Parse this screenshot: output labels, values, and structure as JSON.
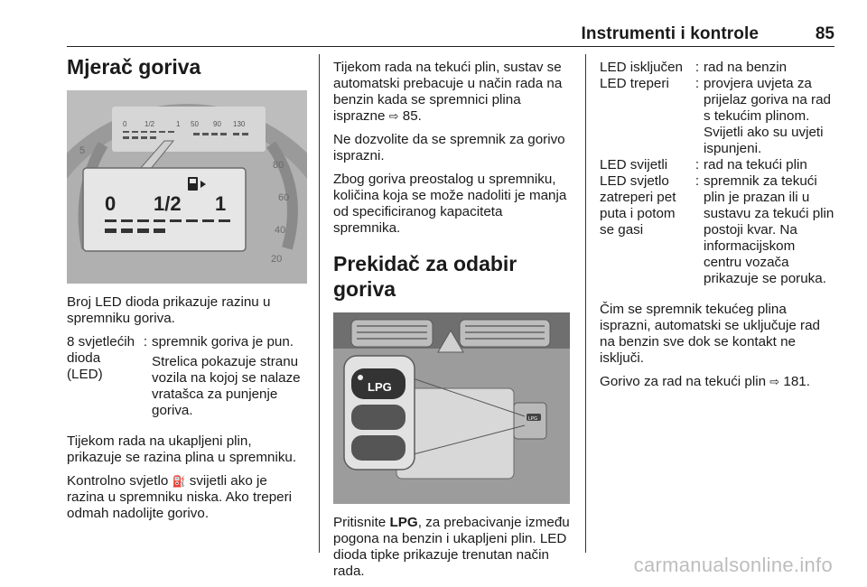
{
  "header": {
    "title": "Instrumenti i kontrole",
    "page_number": "85"
  },
  "col1": {
    "heading": "Mjerač goriva",
    "gauge_labels": {
      "zero": "0",
      "half": "1/2",
      "one": "1",
      "s50": "50",
      "s90": "90",
      "s130": "130",
      "r20": "20",
      "r40": "40",
      "r60": "60",
      "r80": "80",
      "r5": "5"
    },
    "intro": "Broj LED dioda prikazuje razinu u spremniku goriva.",
    "def_term": "8 svjetlećih dioda (LED)",
    "def_colon": ":",
    "def_desc1": "spremnik goriva je pun.",
    "def_desc2": "Strelica pokazuje stranu vozila na kojoj se nalaze vratašca za punjenje goriva.",
    "p_lpg_level": "Tijekom rada na ukapljeni plin, prikazuje se razina plina u spremniku.",
    "p_warning_pre": "Kontrolno svjetlo",
    "p_warning_post": "svijetli ako je razina u spremniku niska. Ako treperi odmah nadolijte gorivo."
  },
  "col2": {
    "p_auto": "Tijekom rada na tekući plin, sustav se automatski prebacuje u način rada na benzin kada se spremnici plina isprazne",
    "p_auto_ref": "85.",
    "p_no_empty": "Ne dozvolite da se spremnik za gorivo isprazni.",
    "p_residual": "Zbog goriva preostalog u spremniku, količina koja se može nadoliti je manja od specificiranog kapaciteta spremnika.",
    "heading": "Prekidač za odabir goriva",
    "switch_label_big": "LPG",
    "switch_label_small": "LPG",
    "p_press_pre": "Pritisnite",
    "p_press_bold": "LPG",
    "p_press_post": ", za prebacivanje između pogona na benzin i ukapljeni plin. LED dioda tipke prikazuje trenutan način rada."
  },
  "col3": {
    "defs": [
      {
        "term": "LED isključen",
        "desc": "rad na benzin"
      },
      {
        "term": "LED treperi",
        "desc": "provjera uvjeta za prijelaz goriva na rad s tekućim plinom. Svijetli ako su uvjeti ispunjeni."
      },
      {
        "term": "LED svijetli",
        "desc": "rad na tekući plin"
      },
      {
        "term": "LED svjetlo zatreperi pet puta i potom se gasi",
        "desc": "spremnik za tekući plin je prazan ili u sustavu za tekući plin postoji kvar. Na informacijskom centru vozača prikazuje se poruka."
      }
    ],
    "colon": ":",
    "p_auto_switch": "Čim se spremnik tekućeg plina isprazni, automatski se uključuje rad na benzin sve dok se kontakt ne isključi.",
    "p_fuel_ref_pre": "Gorivo za rad na tekući plin",
    "p_fuel_ref_num": "181."
  },
  "ref_arrow": "⇨",
  "fuel_icon": "fuel-pump-icon",
  "watermark": "carmanualsonline.info"
}
